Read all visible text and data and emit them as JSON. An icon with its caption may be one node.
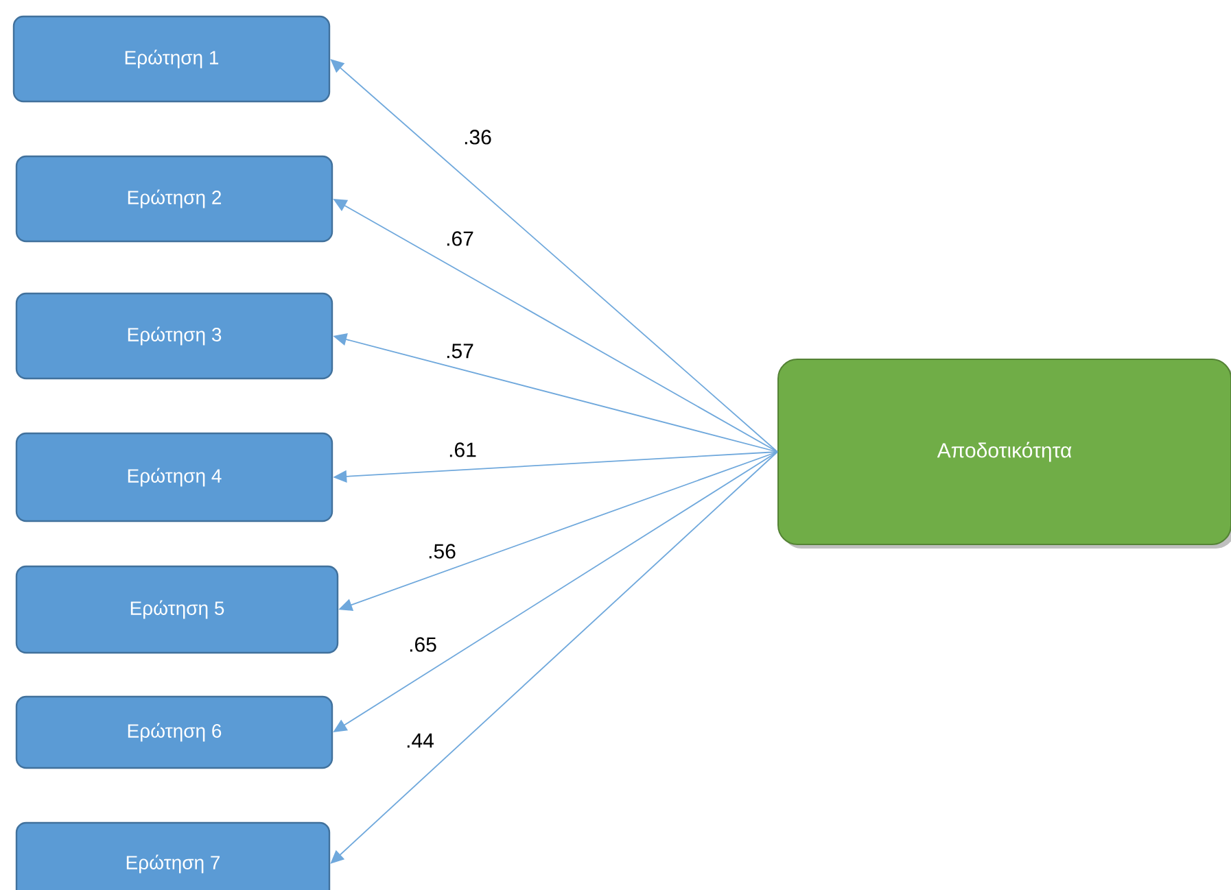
{
  "diagram": {
    "nodes": [
      {
        "text": [
          "Ερώτηση 1"
        ]
      },
      {
        "text": [
          "Ερώτηση 2"
        ]
      },
      {
        "text": [
          "Ερώτηση 3"
        ]
      },
      {
        "text": [
          "Ερώτηση 4"
        ]
      },
      {
        "text": [
          "Ερώτηση 5"
        ]
      },
      {
        "text": [
          "Ερώτηση 6"
        ]
      },
      {
        "text": [
          "Ερώτηση 7"
        ]
      },
      {
        "text": [
          "Αποδοτικότητα"
        ]
      }
    ],
    "edges": [
      {
        "from": 7,
        "to": 0,
        "arrow": "to",
        "label": ".36"
      },
      {
        "from": 7,
        "to": 1,
        "arrow": "to",
        "label": ".67"
      },
      {
        "from": 7,
        "to": 2,
        "arrow": "to",
        "label": ".57"
      },
      {
        "from": 7,
        "to": 3,
        "arrow": "to",
        "label": ".61"
      },
      {
        "from": 7,
        "to": 4,
        "arrow": "to",
        "label": ".56"
      },
      {
        "from": 7,
        "to": 5,
        "arrow": "to",
        "label": ".65"
      },
      {
        "from": 7,
        "to": 6,
        "arrow": "to",
        "label": ".44"
      }
    ]
  }
}
